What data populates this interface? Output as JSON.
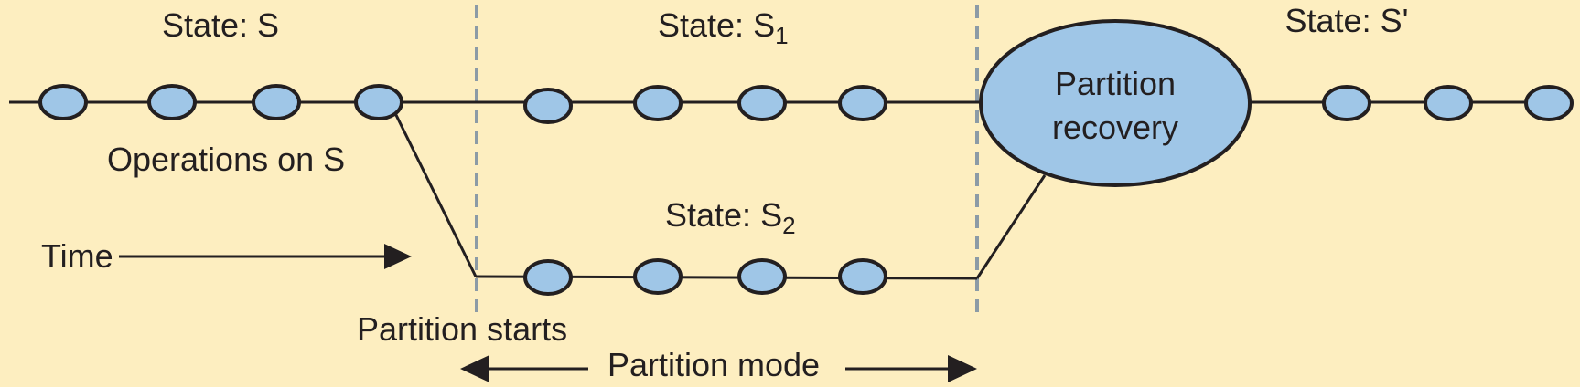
{
  "states": {
    "s": "State: S",
    "s1_prefix": "State: S",
    "s1_sub": "1",
    "s2_prefix": "State: S",
    "s2_sub": "2",
    "s_prime": "State: S'"
  },
  "labels": {
    "operations": "Operations on S",
    "time": "Time",
    "partition_starts": "Partition starts",
    "partition_mode": "Partition mode",
    "recovery_line1": "Partition",
    "recovery_line2": "recovery"
  },
  "colors": {
    "background": "#fdeec0",
    "node_fill": "#9fc6e7",
    "stroke": "#231f20",
    "dashed_divider": "#8c9ba6"
  }
}
